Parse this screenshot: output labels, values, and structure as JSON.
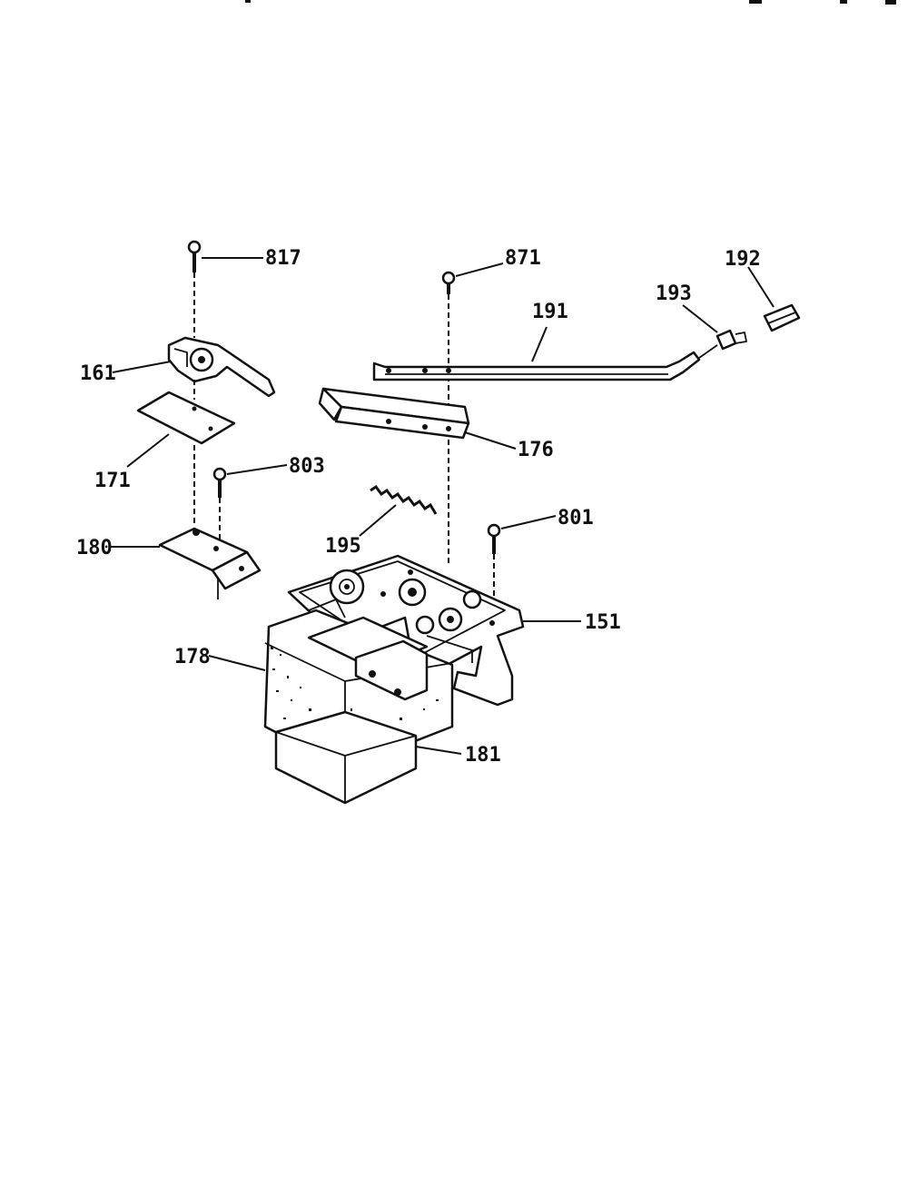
{
  "diagram": {
    "labels": {
      "p817": "817",
      "p871": "871",
      "p192": "192",
      "p193": "193",
      "p191": "191",
      "p161a": "161",
      "p171": "171",
      "p803": "803",
      "p176": "176",
      "p180": "180",
      "p195": "195",
      "p801": "801",
      "p151": "151",
      "p178": "178",
      "p181": "181"
    }
  }
}
